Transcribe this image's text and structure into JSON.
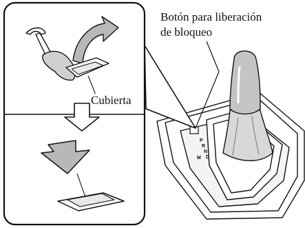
{
  "labels": {
    "lock_release_button_line1": "Botón para liberación",
    "lock_release_button_line2": "de bloqueo",
    "cover": "Cubierta"
  },
  "gate_letters": [
    "P",
    "R",
    "N",
    "D",
    "M"
  ]
}
